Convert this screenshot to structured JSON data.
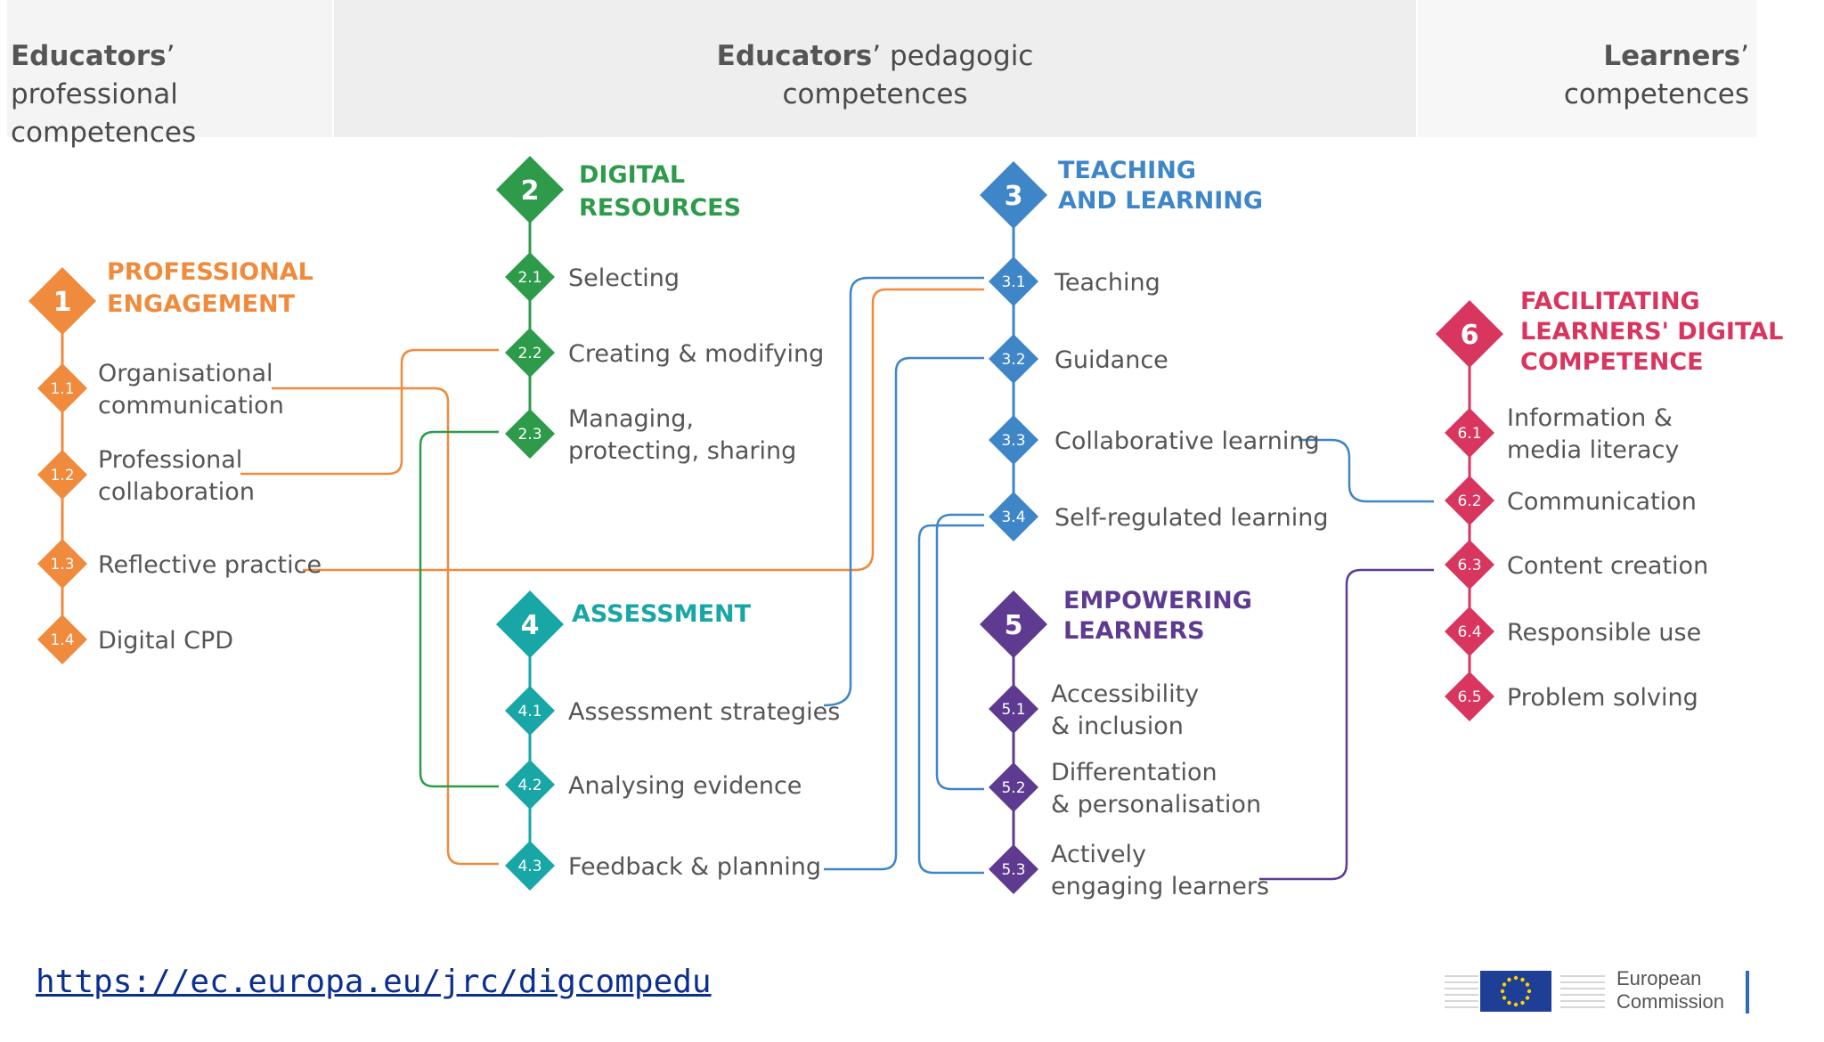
{
  "header": {
    "col1_bold": "Educators",
    "col1_rest": "’ professional",
    "col1_line2": "competences",
    "col2_bold": "Educators",
    "col2_rest": "’ pedagogic",
    "col2_line2": "competences",
    "col3_bold": "Learners",
    "col3_rest": "’",
    "col3_line2": "competences"
  },
  "colors": {
    "area1": "#f08a3c",
    "area2": "#2e9b4a",
    "area3": "#3f86c8",
    "area4": "#19a6a6",
    "area5": "#5e3b91",
    "area6": "#d8355f"
  },
  "areas": {
    "a1": {
      "num": "1",
      "title1": "PROFESSIONAL",
      "title2": "ENGAGEMENT",
      "items": [
        {
          "num": "1.1",
          "l1": "Organisational",
          "l2": "communication"
        },
        {
          "num": "1.2",
          "l1": "Professional",
          "l2": "collaboration"
        },
        {
          "num": "1.3",
          "l1": "Reflective practice",
          "l2": ""
        },
        {
          "num": "1.4",
          "l1": "Digital CPD",
          "l2": ""
        }
      ]
    },
    "a2": {
      "num": "2",
      "title1": "DIGITAL",
      "title2": "RESOURCES",
      "items": [
        {
          "num": "2.1",
          "l1": "Selecting",
          "l2": ""
        },
        {
          "num": "2.2",
          "l1": "Creating & modifying",
          "l2": ""
        },
        {
          "num": "2.3",
          "l1": "Managing,",
          "l2": "protecting, sharing"
        }
      ]
    },
    "a3": {
      "num": "3",
      "title1": "TEACHING",
      "title2": "AND LEARNING",
      "items": [
        {
          "num": "3.1",
          "l1": "Teaching",
          "l2": ""
        },
        {
          "num": "3.2",
          "l1": "Guidance",
          "l2": ""
        },
        {
          "num": "3.3",
          "l1": "Collaborative learning",
          "l2": ""
        },
        {
          "num": "3.4",
          "l1": "Self-regulated learning",
          "l2": ""
        }
      ]
    },
    "a4": {
      "num": "4",
      "title1": "ASSESSMENT",
      "title2": "",
      "items": [
        {
          "num": "4.1",
          "l1": "Assessment strategies",
          "l2": ""
        },
        {
          "num": "4.2",
          "l1": "Analysing evidence",
          "l2": ""
        },
        {
          "num": "4.3",
          "l1": "Feedback & planning",
          "l2": ""
        }
      ]
    },
    "a5": {
      "num": "5",
      "title1": "EMPOWERING",
      "title2": "LEARNERS",
      "items": [
        {
          "num": "5.1",
          "l1": "Accessibility",
          "l2": "& inclusion"
        },
        {
          "num": "5.2",
          "l1": "Differentation",
          "l2": "& personalisation"
        },
        {
          "num": "5.3",
          "l1": "Actively",
          "l2": "engaging learners"
        }
      ]
    },
    "a6": {
      "num": "6",
      "title1": "FACILITATING",
      "title2": "LEARNERS' DIGITAL",
      "title3": "COMPETENCE",
      "items": [
        {
          "num": "6.1",
          "l1": "Information &",
          "l2": "media literacy"
        },
        {
          "num": "6.2",
          "l1": "Communication",
          "l2": ""
        },
        {
          "num": "6.3",
          "l1": "Content creation",
          "l2": ""
        },
        {
          "num": "6.4",
          "l1": "Responsible use",
          "l2": ""
        },
        {
          "num": "6.5",
          "l1": "Problem solving",
          "l2": ""
        }
      ]
    }
  },
  "footer": {
    "url": "https://ec.europa.eu/jrc/digcompedu",
    "logo_line1": "European",
    "logo_line2": "Commission"
  }
}
